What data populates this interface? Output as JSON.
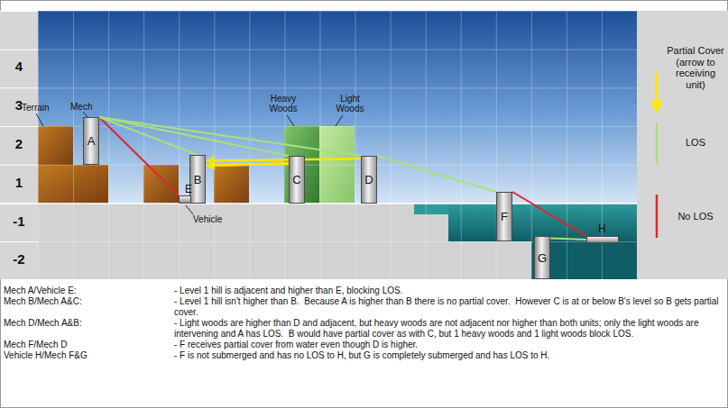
{
  "diagram": {
    "nodes": [
      {
        "text": [
          "A"
        ]
      },
      {
        "text": [
          "B"
        ]
      },
      {
        "text": [
          "E"
        ]
      },
      {
        "text": [
          "C"
        ]
      },
      {
        "text": [
          "D"
        ]
      },
      {
        "text": [
          "F"
        ]
      },
      {
        "text": [
          "H"
        ]
      },
      {
        "text": [
          "G"
        ]
      }
    ],
    "edges": [
      {
        "from": 0,
        "to": 2,
        "arrow": "none"
      },
      {
        "from": 0,
        "to": 1,
        "arrow": "none"
      },
      {
        "from": 0,
        "to": 3,
        "arrow": "none"
      },
      {
        "from": 0,
        "to": 4,
        "arrow": "none"
      },
      {
        "from": 3,
        "to": 1,
        "arrow": "to"
      },
      {
        "from": 4,
        "to": 1,
        "arrow": "to"
      },
      {
        "from": 4,
        "to": 5,
        "arrow": "none"
      },
      {
        "from": 5,
        "to": 6,
        "arrow": "none"
      },
      {
        "from": 7,
        "to": 6,
        "arrow": "none"
      }
    ],
    "labels": [
      "4",
      "3",
      "2",
      "1",
      "-1",
      "-2",
      "Terrain",
      "Mech",
      "Heavy Woods",
      "Light Woods",
      "Vehicle",
      "Mech A/Vehicle E:",
      "- Level 1 hill is adjacent and higher than E, blocking LOS.",
      "Mech B/Mech A&C:",
      "- Level 1 hill isn't higher than B.  Because A is higher than B there is no partial cover.  However C is at or below B's level so B gets partial cover.",
      "Mech D/Mech A&B:",
      "- Light woods are higher than D and adjacent, but heavy woods are not adjacent nor higher than both units; only the light woods are intervening and A has LOS.  B would have partial cover as with C, but 1 heavy woods and 1 light woods block LOS.",
      "Mech F/Mech D",
      "- F receives partial cover from water even though D is higher.",
      "Vehicle H/Mech F&G",
      "- F is not submerged and has no LOS to H, but G is completely submerged and has LOS to H."
    ],
    "legend": [
      {
        "text": "Partial Cover (arrow to receiving unit)"
      },
      {
        "text": "LOS"
      },
      {
        "text": "No LOS"
      }
    ]
  }
}
